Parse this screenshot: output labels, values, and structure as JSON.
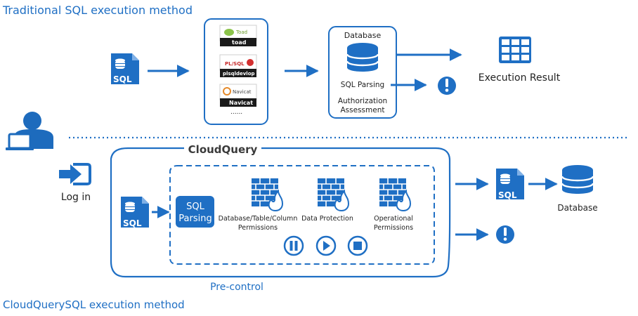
{
  "colors": {
    "brand_blue": "#1f6fc4",
    "dark_blue": "#0d5ca8",
    "text_dark": "#222222",
    "person": "#1d6bbd"
  },
  "traditional": {
    "title": "Traditional SQL execution method",
    "tools": {
      "toad": {
        "logo": "Toad",
        "label": "toad"
      },
      "plsql": {
        "logo": "PL/SQL",
        "label": "plsqldevlop"
      },
      "navicat": {
        "logo": "Navicat",
        "label": "Navicat"
      },
      "more": "......"
    },
    "database": {
      "title": "Database",
      "sql_parsing": "SQL Parsing",
      "auth_line1": "Authorization",
      "auth_line2": "Assessment"
    },
    "result": "Execution Result"
  },
  "user": {
    "login": "Log in"
  },
  "cloudquery": {
    "title": "CloudQuery",
    "sql_file_label": "SQL",
    "sql_parsing_line1": "SQL",
    "sql_parsing_line2": "Parsing",
    "firewalls": [
      {
        "line1": "Database/Table/Column",
        "line2": "Permissions"
      },
      {
        "line1": "Data Protection",
        "line2": ""
      },
      {
        "line1": "Operational",
        "line2": "Permissions"
      }
    ],
    "pre_control": "Pre-control",
    "output_sql": "SQL",
    "output_database": "Database",
    "method": "CloudQuerySQL execution method"
  },
  "icons": [
    "sql-file-icon",
    "database-icon",
    "grid-table-icon",
    "alert-icon",
    "user-laptop-icon",
    "login-arrow-icon",
    "firewall-icon",
    "pause-icon",
    "play-icon",
    "stop-icon"
  ]
}
